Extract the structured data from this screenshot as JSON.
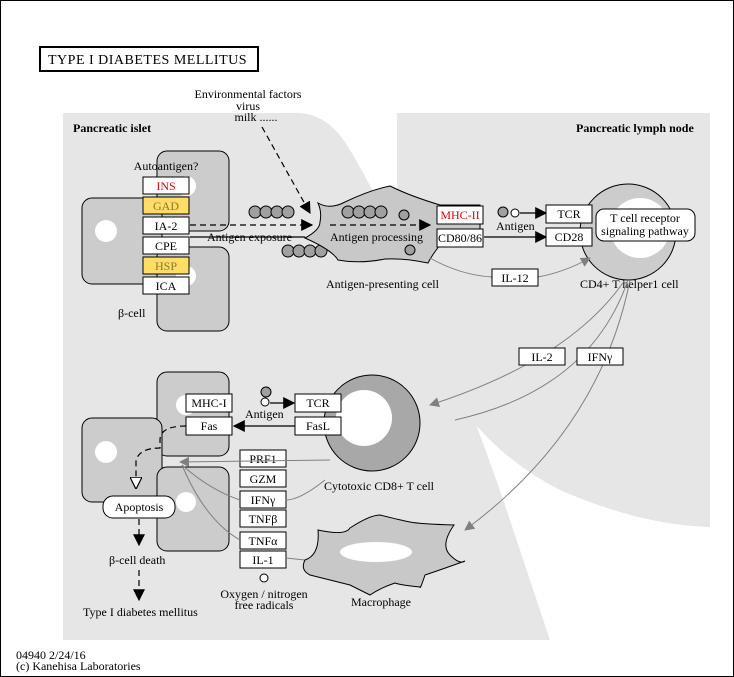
{
  "title": "TYPE  I  DIABETES  MELLITUS",
  "footer": {
    "id_date": "04940 2/24/16",
    "copyright": "(c) Kanehisa Laboratories"
  },
  "regions": {
    "pancreatic_islet": "Pancreatic islet",
    "pancreatic_lymph_node": "Pancreatic lymph node"
  },
  "environmental": {
    "line1": "Environmental factors",
    "line2": "virus",
    "line3": "milk ......"
  },
  "autoantigens": {
    "heading": "Autoantigen?",
    "items": [
      {
        "label": "INS",
        "style": "red"
      },
      {
        "label": "GAD",
        "style": "highlight"
      },
      {
        "label": "IA-2",
        "style": "normal"
      },
      {
        "label": "CPE",
        "style": "normal"
      },
      {
        "label": "HSP",
        "style": "highlight"
      },
      {
        "label": "ICA",
        "style": "normal"
      }
    ]
  },
  "labels": {
    "beta_cell": "β-cell",
    "antigen_exposure": "Antigen exposure",
    "antigen_processing": "Antigen processing",
    "antigen_presenting_cell": "Antigen-presenting cell",
    "antigen_top": "Antigen",
    "antigen_bottom": "Antigen",
    "cd4_cell": "CD4+ T helper1 cell",
    "cd8_cell": "Cytotoxic CD8+ T cell",
    "macrophage": "Macrophage",
    "beta_cell_death": "β-cell death",
    "t1dm": "Type I diabetes mellitus",
    "radicals_line1": "Oxygen / nitrogen",
    "radicals_line2": "free radicals"
  },
  "genes": {
    "mhc2": "MHC-II",
    "cd80": "CD80/86",
    "tcr_top": "TCR",
    "cd28": "CD28",
    "il12": "IL-12",
    "il2": "IL-2",
    "ifng_top": "IFNγ",
    "mhc1": "MHC-I",
    "fas": "Fas",
    "tcr_bottom": "TCR",
    "fasl": "FasL",
    "cytokines": [
      "PRF1",
      "GZM",
      "IFNγ",
      "TNFβ",
      "TNFα",
      "IL-1"
    ]
  },
  "pathway_links": {
    "tcr_signaling_line1": "T cell receptor",
    "tcr_signaling_line2": "signaling pathway",
    "apoptosis": "Apoptosis"
  },
  "colors": {
    "highlight": "#ffdd66",
    "red_text": "#e00000",
    "region_bg": "#e6e6e6",
    "cell_fill": "#cccccc"
  }
}
